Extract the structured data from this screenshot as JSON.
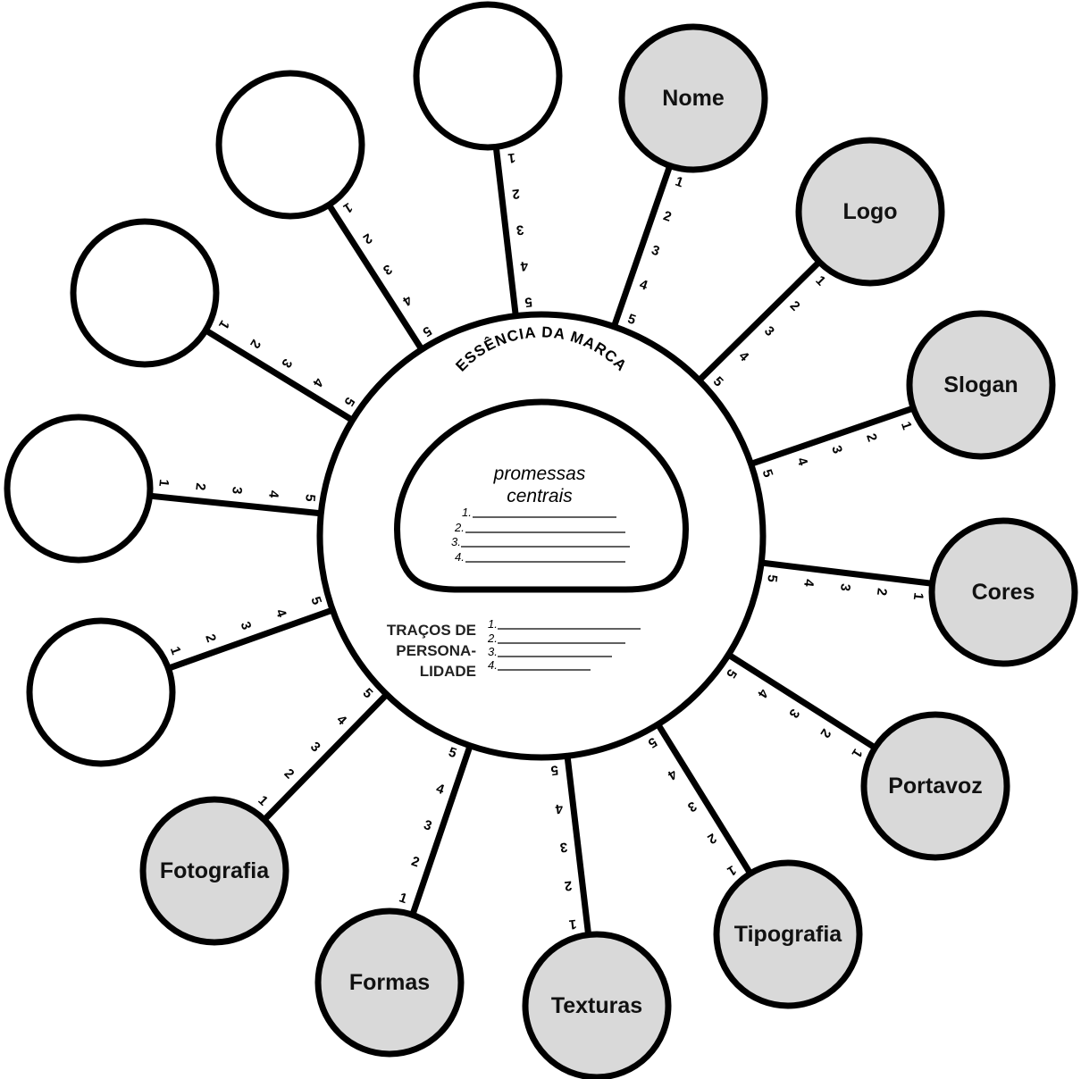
{
  "essence": {
    "title": "ESSÊNCIA DA MARCA",
    "promises_title_line1": "promessas",
    "promises_title_line2": "centrais",
    "promises_numbers": [
      "1.",
      "2.",
      "3.",
      "4."
    ],
    "traits_title_lines": [
      "TRAÇOS DE",
      "PERSONA-",
      "LIDADE"
    ],
    "traits_numbers": [
      "1.",
      "2.",
      "3.",
      "4."
    ]
  },
  "scale": [
    "1",
    "2",
    "3",
    "4",
    "5"
  ],
  "nodes": [
    {
      "label": "",
      "filled": false
    },
    {
      "label": "Nome",
      "filled": true
    },
    {
      "label": "Logo",
      "filled": true
    },
    {
      "label": "Slogan",
      "filled": true
    },
    {
      "label": "Cores",
      "filled": true
    },
    {
      "label": "Portavoz",
      "filled": true
    },
    {
      "label": "Tipografia",
      "filled": true
    },
    {
      "label": "Texturas",
      "filled": true
    },
    {
      "label": "Formas",
      "filled": true
    },
    {
      "label": "Fotografia",
      "filled": true
    },
    {
      "label": "",
      "filled": false
    },
    {
      "label": "",
      "filled": false
    },
    {
      "label": "",
      "filled": false
    },
    {
      "label": "",
      "filled": false
    }
  ],
  "colors": {
    "stroke": "#000000",
    "filled_node": "#d9d9d9",
    "empty_node": "#ffffff"
  }
}
